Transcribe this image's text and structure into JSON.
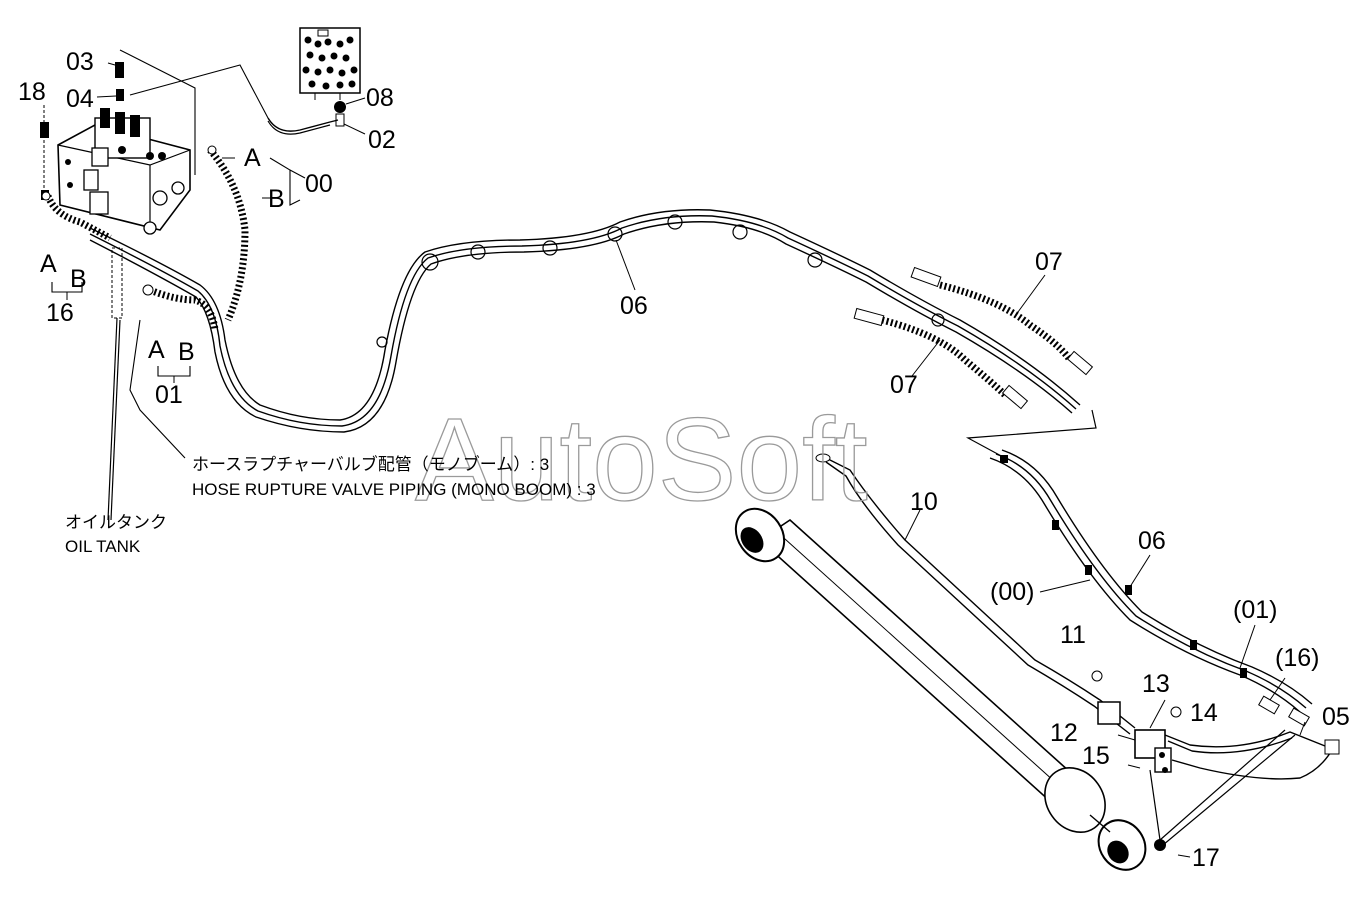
{
  "watermark": "AutoSoft",
  "notes": {
    "hrv_jp": "ホースラプチャーバルブ配管（モノブーム）: 3",
    "hrv_en": "HOSE RUPTURE VALVE PIPING (MONO BOOM) : 3",
    "tank_jp": "オイルタンク",
    "tank_en": "OIL TANK"
  },
  "labels": {
    "p03": "03",
    "p04": "04",
    "p18": "18",
    "p08": "08",
    "p02": "02",
    "a_00": "A",
    "b_00": "B",
    "p00": "00",
    "a_16": "A",
    "b_16": "B",
    "p16": "16",
    "a_01": "A",
    "b_01": "B",
    "p01": "01",
    "p06_top": "06",
    "p07_upper": "07",
    "p07_lower": "07",
    "p10": "10",
    "p06_lower": "06",
    "p00_paren": "(00)",
    "p01_paren": "(01)",
    "p16_paren": "(16)",
    "p11": "11",
    "p13": "13",
    "p14": "14",
    "p05": "05",
    "p12": "12",
    "p15": "15",
    "p17": "17"
  }
}
